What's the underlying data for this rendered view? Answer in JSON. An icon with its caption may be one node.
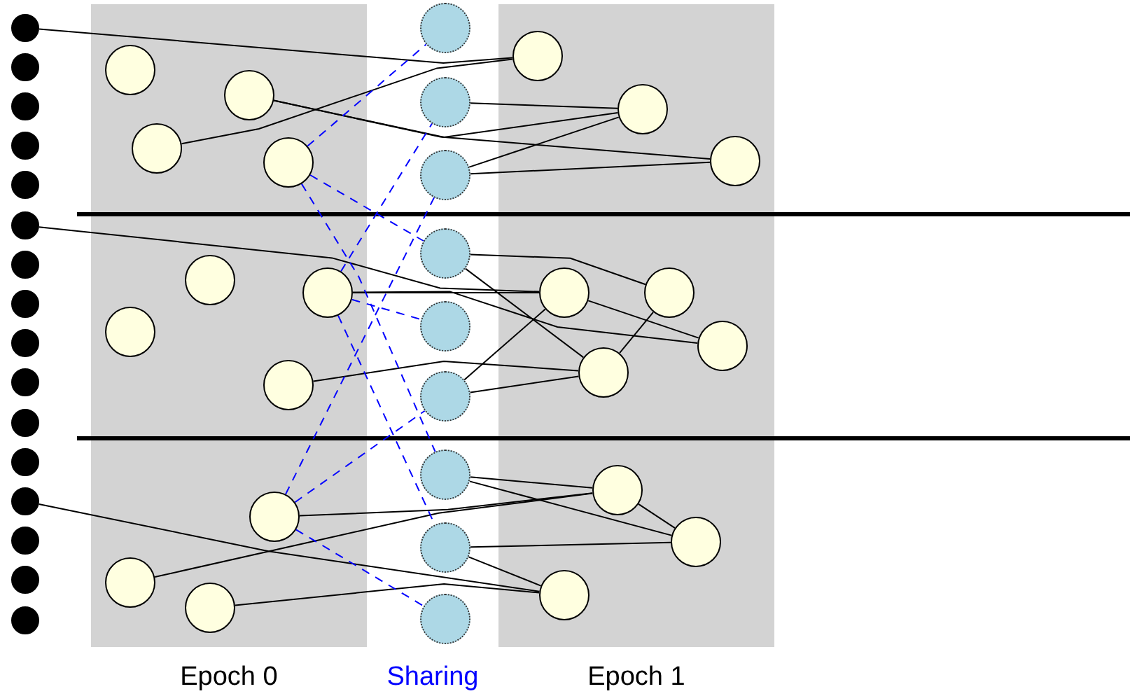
{
  "diagram": {
    "nodes": [
      {
        "text": [
          "Epoch 0"
        ]
      },
      {
        "text": [
          "Epoch 1"
        ]
      },
      {
        "text": [],
        "shape": "circle"
      },
      {
        "text": [],
        "shape": "circle"
      },
      {
        "text": [],
        "shape": "circle"
      },
      {
        "text": [],
        "shape": "circle"
      },
      {
        "text": [],
        "shape": "circle"
      },
      {
        "text": [],
        "shape": "circle"
      },
      {
        "text": [],
        "shape": "circle"
      },
      {
        "text": [],
        "shape": "circle"
      },
      {
        "text": [],
        "shape": "circle"
      },
      {
        "text": [],
        "shape": "circle"
      },
      {
        "text": [],
        "shape": "circle"
      },
      {
        "text": [],
        "shape": "circle"
      },
      {
        "text": [],
        "shape": "circle"
      },
      {
        "text": [],
        "shape": "circle"
      },
      {
        "text": [],
        "shape": "circle"
      },
      {
        "text": [],
        "shape": "circle"
      },
      {
        "text": [],
        "shape": "circle",
        "in": 0
      },
      {
        "text": [],
        "shape": "circle",
        "in": 0
      },
      {
        "text": [],
        "shape": "circle",
        "in": 0
      },
      {
        "text": [],
        "shape": "circle",
        "in": 0
      },
      {
        "text": [],
        "shape": "circle",
        "in": 0
      },
      {
        "text": [],
        "shape": "circle",
        "in": 0
      },
      {
        "text": [],
        "shape": "circle",
        "in": 0
      },
      {
        "text": [],
        "shape": "circle",
        "in": 0
      },
      {
        "text": [],
        "shape": "circle",
        "in": 0
      },
      {
        "text": [],
        "shape": "circle",
        "in": 0
      },
      {
        "text": [],
        "shape": "circle",
        "in": 0
      },
      {
        "text": [],
        "shape": "circle"
      },
      {
        "text": [],
        "shape": "circle"
      },
      {
        "text": [],
        "shape": "circle"
      },
      {
        "text": [],
        "shape": "circle"
      },
      {
        "text": [],
        "shape": "circle"
      },
      {
        "text": [],
        "shape": "circle"
      },
      {
        "text": [],
        "shape": "circle"
      },
      {
        "text": [],
        "shape": "circle"
      },
      {
        "text": [],
        "shape": "circle"
      },
      {
        "text": [],
        "shape": "circle",
        "in": 1
      },
      {
        "text": [],
        "shape": "circle",
        "in": 1
      },
      {
        "text": [],
        "shape": "circle",
        "in": 1
      },
      {
        "text": [],
        "shape": "circle",
        "in": 1
      },
      {
        "text": [],
        "shape": "circle",
        "in": 1
      },
      {
        "text": [],
        "shape": "circle",
        "in": 1
      },
      {
        "text": [],
        "shape": "circle",
        "in": 1
      },
      {
        "text": [],
        "shape": "circle",
        "in": 1
      },
      {
        "text": [],
        "shape": "circle",
        "in": 1
      },
      {
        "text": [],
        "shape": "circle",
        "in": 1
      }
    ],
    "edges": [
      {
        "from": 2,
        "to": 38,
        "arrow": "none"
      },
      {
        "from": 19,
        "to": 39,
        "arrow": "none"
      },
      {
        "from": 19,
        "to": 40,
        "arrow": "none"
      },
      {
        "from": 20,
        "to": 38,
        "arrow": "none"
      },
      {
        "from": 30,
        "to": 39,
        "arrow": "none"
      },
      {
        "from": 31,
        "to": 39,
        "arrow": "none"
      },
      {
        "from": 31,
        "to": 40,
        "arrow": "none"
      },
      {
        "from": 7,
        "to": 41,
        "arrow": "none"
      },
      {
        "from": 24,
        "to": 41,
        "arrow": "none"
      },
      {
        "from": 24,
        "to": 43,
        "arrow": "none"
      },
      {
        "from": 32,
        "to": 42,
        "arrow": "none"
      },
      {
        "from": 32,
        "to": 44,
        "arrow": "none"
      },
      {
        "from": 41,
        "to": 43,
        "arrow": "none"
      },
      {
        "from": 42,
        "to": 44,
        "arrow": "none"
      },
      {
        "from": 34,
        "to": 41,
        "arrow": "none"
      },
      {
        "from": 34,
        "to": 44,
        "arrow": "none"
      },
      {
        "from": 25,
        "to": 44,
        "arrow": "none"
      },
      {
        "from": 35,
        "to": 45,
        "arrow": "none"
      },
      {
        "from": 35,
        "to": 46,
        "arrow": "none"
      },
      {
        "from": 26,
        "to": 45,
        "arrow": "none"
      },
      {
        "from": 27,
        "to": 45,
        "arrow": "none"
      },
      {
        "from": 45,
        "to": 46,
        "arrow": "none"
      },
      {
        "from": 36,
        "to": 46,
        "arrow": "none"
      },
      {
        "from": 36,
        "to": 47,
        "arrow": "none"
      },
      {
        "from": 14,
        "to": 47,
        "arrow": "none"
      },
      {
        "from": 28,
        "to": 47,
        "arrow": "none"
      },
      {
        "from": 21,
        "to": 29,
        "arrow": "none",
        "style": "dashed",
        "color": "#0000ff"
      },
      {
        "from": 21,
        "to": 32,
        "arrow": "none",
        "style": "dashed",
        "color": "#0000ff"
      },
      {
        "from": 21,
        "to": 35,
        "arrow": "none",
        "style": "dashed",
        "color": "#0000ff"
      },
      {
        "from": 24,
        "to": 30,
        "arrow": "none",
        "style": "dashed",
        "color": "#0000ff"
      },
      {
        "from": 24,
        "to": 33,
        "arrow": "none",
        "style": "dashed",
        "color": "#0000ff"
      },
      {
        "from": 24,
        "to": 36,
        "arrow": "none",
        "style": "dashed",
        "color": "#0000ff"
      },
      {
        "from": 26,
        "to": 31,
        "arrow": "none",
        "style": "dashed",
        "color": "#0000ff"
      },
      {
        "from": 26,
        "to": 34,
        "arrow": "none",
        "style": "dashed",
        "color": "#0000ff"
      },
      {
        "from": 26,
        "to": 37,
        "arrow": "none",
        "style": "dashed",
        "color": "#0000ff"
      }
    ],
    "labels": [
      "Sharing"
    ]
  }
}
